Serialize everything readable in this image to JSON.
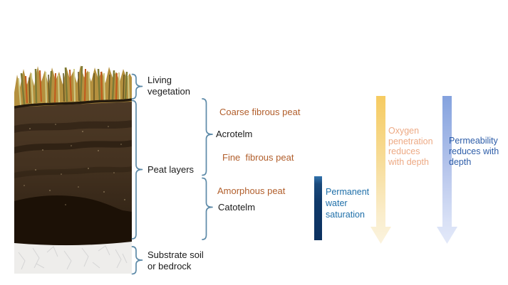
{
  "column": {
    "illustration_alt": "peat-bog-cross-section",
    "brackets": [
      {
        "id": "living-vegetation",
        "label": "Living vegetation"
      },
      {
        "id": "peat-layers",
        "label": "Peat layers"
      },
      {
        "id": "substrate",
        "label": "Substrate soil or bedrock"
      }
    ],
    "bracket_color": "#5D8AA8"
  },
  "layers": {
    "coarse_fibrous": "Coarse fibrous peat",
    "acrotelm": "Acrotelm",
    "fine_fibrous": "Fine  fibrous peat",
    "amorphous": "Amorphous peat",
    "catotelm": "Catotelm",
    "peat_type_text_color": "#B15E2B"
  },
  "arrows": {
    "permanent_water": {
      "label": "Permanent water saturation",
      "text_color": "#1E6FA9",
      "bar_color_top": "#3273AD",
      "bar_color_bottom": "#0C3160"
    },
    "oxygen": {
      "label": "Oxygen penetration reduces with depth",
      "text_color": "#EDAA85",
      "gradient_top": "#F6CB61",
      "gradient_bottom": "#FBF3DE"
    },
    "permeability": {
      "label": "Permeability reduces with depth",
      "text_color": "#2C5CA8",
      "gradient_top": "#84A2DE",
      "gradient_bottom": "#E3E9F9"
    }
  }
}
